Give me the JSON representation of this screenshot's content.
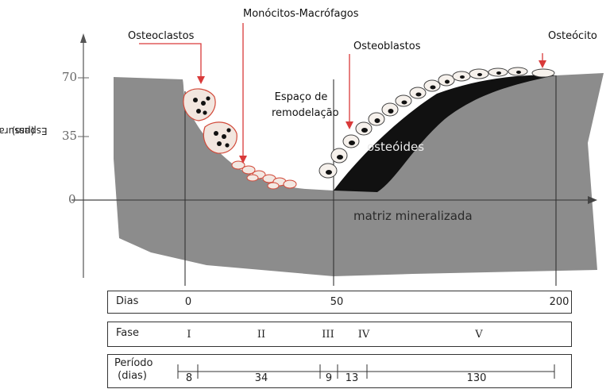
{
  "y_axis": {
    "label_line1": "Espessura",
    "label_line2": "(µm)",
    "ticks": [
      "70",
      "35",
      "0"
    ]
  },
  "labels": {
    "osteoclastos": "Osteoclastos",
    "monocitos": "Monócitos-Macrófagos",
    "osteoblastos": "Osteoblastos",
    "osteocito": "Osteócito",
    "espaco_line1": "Espaço de",
    "espaco_line2": "remodelação",
    "osteoides": "osteóides",
    "matriz": "matriz mineralizada"
  },
  "table": {
    "dias": {
      "title": "Dias",
      "values": [
        "0",
        "50",
        "200"
      ]
    },
    "fase": {
      "title": "Fase",
      "values": [
        "I",
        "II",
        "III",
        "IV",
        "V"
      ]
    },
    "periodo": {
      "title_line1": "Período",
      "title_line2": "(dias)",
      "values": [
        "8",
        "34",
        "9",
        "13",
        "130"
      ]
    }
  },
  "colors": {
    "bone": "#8c8c8c",
    "osteoid": "#111111",
    "pointer": "#d93a3a",
    "cell_outline": "#d24a3a"
  }
}
